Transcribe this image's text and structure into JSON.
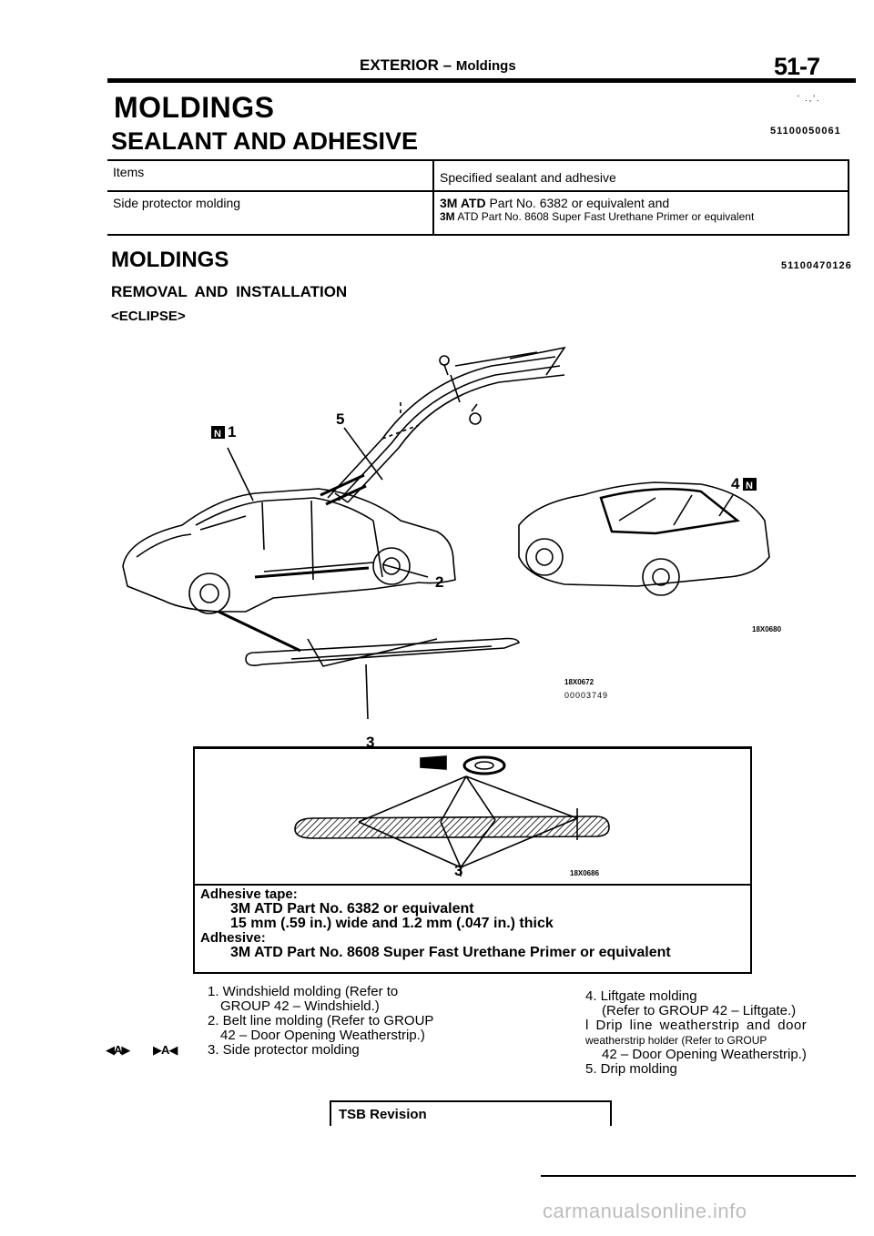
{
  "header": {
    "section": "EXTERIOR",
    "dash": "–",
    "subsection": "Moldings",
    "page_number": "51-7"
  },
  "moldings_title": "MOLDINGS",
  "sealant_section": {
    "title": "SEALANT AND ADHESIVE",
    "code": "51100050061",
    "table": {
      "col1_header": "Items",
      "col2_header": "Specified sealant and adhesive",
      "row_item": "Side protector molding",
      "row_spec_line1_prefix": "3M ATD",
      "row_spec_line1": "Part No. 6382 or equivalent and",
      "row_spec_line2_prefix": "3M",
      "row_spec_line2": "ATD Part No. 8608 Super Fast Urethane Primer or equivalent"
    }
  },
  "moldings_section": {
    "title": "MOLDINGS",
    "code": "51100470126",
    "subtitle": "REMOVAL AND INSTALLATION",
    "model": "<ECLIPSE>"
  },
  "figure": {
    "callouts": [
      "1",
      "2",
      "3",
      "4",
      "5"
    ],
    "marker_letter": "N",
    "ref_code_1": "18X0680",
    "ref_code_2": "18X0672",
    "ref_code_3": "00003749",
    "ref_code_4": "18X0686"
  },
  "tape_box": {
    "callout": "3",
    "line1": "Adhesive tape:",
    "line2": "3M ATD Part No. 6382 or equivalent",
    "line3": "15 mm (.59 in.) wide and 1.2 mm (.047 in.) thick",
    "line4": "Adhesive:",
    "line5": "3M ATD Part No. 8608 Super Fast Urethane Primer or equivalent"
  },
  "parts_left": {
    "p1a": "1. Windshield molding (Refer to",
    "p1b": "GROUP 42 – Windshield.)",
    "p2a": "2. Belt line molding (Refer to GROUP",
    "p2b": "42 – Door Opening Weatherstrip.)",
    "p3": "3. Side protector molding",
    "nav_a": "A",
    "nav_b": "A"
  },
  "parts_right": {
    "p4a": "4. Liftgate molding",
    "p4b": "(Refer to GROUP 42 – Liftgate.)",
    "p4c": "l  Drip line weatherstrip and door",
    "p4d": "weatherstrip holder (Refer to GROUP",
    "p4e": "42 – Door Opening Weatherstrip.)",
    "p5": "5. Drip molding"
  },
  "footer": {
    "tsb": "TSB Revision",
    "watermark": "carmanualsonline.info"
  }
}
